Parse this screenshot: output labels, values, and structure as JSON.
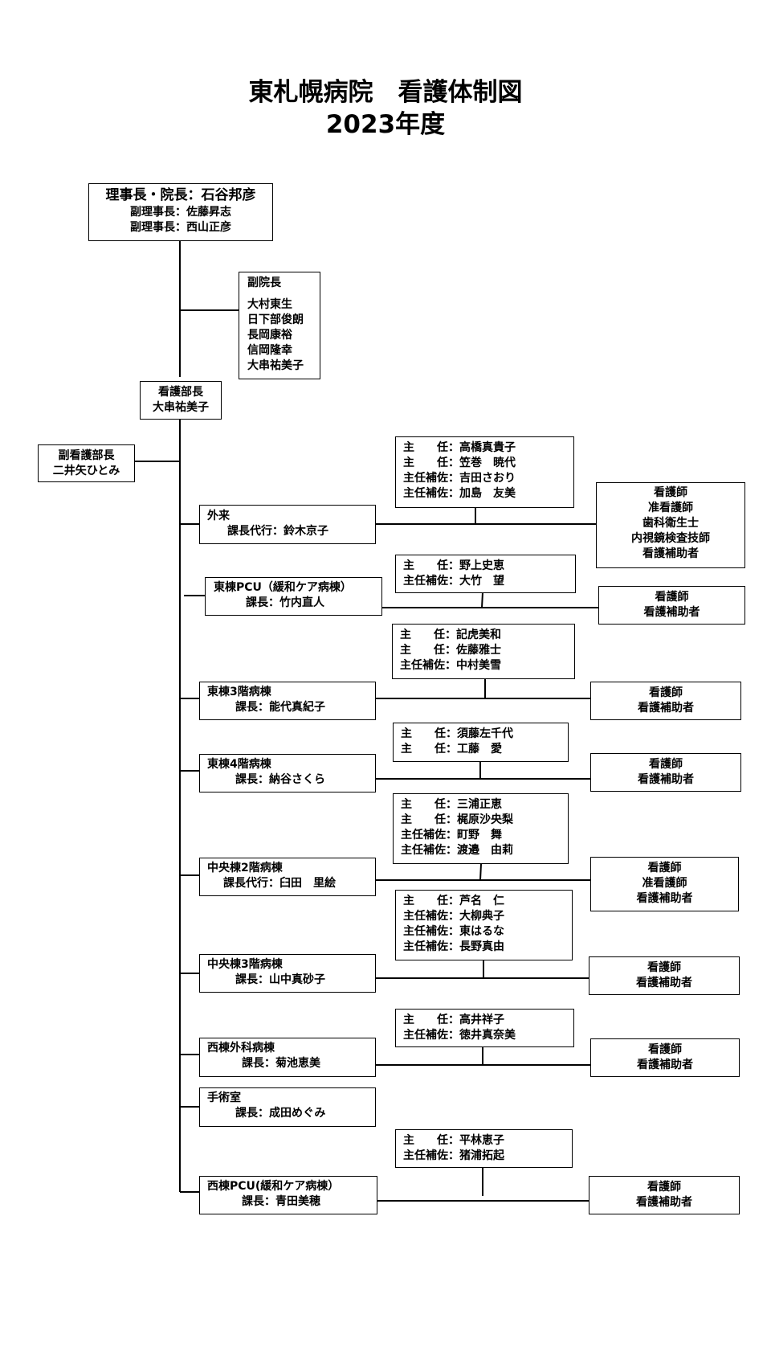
{
  "title": {
    "line1": "東札幌病院　看護体制図",
    "line2": "2023年度"
  },
  "director": {
    "head": "理事長・院長：石谷邦彦",
    "vice": [
      "副理事長：佐藤昇志",
      "副理事長：西山正彦"
    ]
  },
  "vice_directors": {
    "heading": "副院長",
    "names": [
      "大村東生",
      "日下部俊朗",
      "長岡康裕",
      "信岡隆幸",
      "大串祐美子"
    ]
  },
  "nursing_director": {
    "lines": [
      "看護部長",
      "大串祐美子"
    ]
  },
  "deputy_nursing_director": {
    "lines": [
      "副看護部長",
      "二井矢ひとみ"
    ]
  },
  "departments": [
    {
      "unit": [
        "外来",
        "課長代行：鈴木京子"
      ],
      "leaders": [
        "主　　任：高橋真貴子",
        "主　　任：笠巻　暁代",
        "主任補佐：吉田さおり",
        "主任補佐：加島　友美"
      ],
      "staff": [
        "看護師",
        "准看護師",
        "歯科衛生士",
        "内視鏡検査技師",
        "看護補助者"
      ]
    },
    {
      "unit": [
        "東棟PCU（緩和ケア病棟）",
        "課長：竹内直人"
      ],
      "leaders": [
        "主　　任：野上史恵",
        "主任補佐：大竹　望"
      ],
      "staff": [
        "看護師",
        "看護補助者"
      ]
    },
    {
      "unit": [
        "東棟3階病棟",
        "課長：能代真紀子"
      ],
      "leaders": [
        "主　　任：記虎美和",
        "主　　任：佐藤雅士",
        "主任補佐：中村美雪"
      ],
      "staff": [
        "看護師",
        "看護補助者"
      ]
    },
    {
      "unit": [
        "東棟4階病棟",
        "課長：納谷さくら"
      ],
      "leaders": [
        "主　　任：須藤左千代",
        "主　　任：工藤　愛"
      ],
      "staff": [
        "看護師",
        "看護補助者"
      ]
    },
    {
      "unit": [
        "中央棟2階病棟",
        "課長代行：臼田　里絵"
      ],
      "leaders": [
        "主　　任：三浦正恵",
        "主　　任：梶原沙央梨",
        "主任補佐：町野　舞",
        "主任補佐：渡邉　由莉"
      ],
      "staff": [
        "看護師",
        "准看護師",
        "看護補助者"
      ]
    },
    {
      "unit": [
        "中央棟3階病棟",
        "課長：山中真砂子"
      ],
      "leaders": [
        "主　　任：芦名　仁",
        "主任補佐：大柳典子",
        "主任補佐：東はるな",
        "主任補佐：長野真由"
      ],
      "staff": [
        "看護師",
        "看護補助者"
      ]
    },
    {
      "unit": [
        "西棟外科病棟",
        "課長：菊池恵美"
      ],
      "leaders": [
        "主　　任：高井祥子",
        "主任補佐：徳井真奈美"
      ],
      "staff": [
        "看護師",
        "看護補助者"
      ]
    },
    {
      "unit": [
        "手術室",
        "課長：成田めぐみ"
      ],
      "leaders": [],
      "staff": []
    },
    {
      "unit": [
        "西棟PCU(緩和ケア病棟）",
        "課長：青田美穂"
      ],
      "leaders": [
        "主　　任：平林恵子",
        "主任補佐：猪浦拓起"
      ],
      "staff": [
        "看護師",
        "看護補助者"
      ]
    }
  ]
}
